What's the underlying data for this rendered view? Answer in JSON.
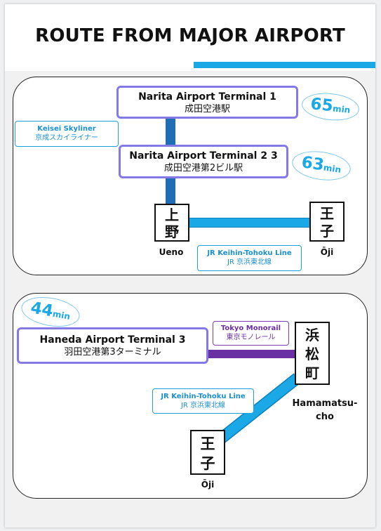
{
  "title": "ROUTE FROM MAJOR AIRPORT",
  "colors": {
    "accent": "#1aa8e6",
    "stop_border": "#8479e6",
    "keisei_line": "#1f6db3",
    "jr_line": "#1aa8e6",
    "monorail_line": "#6a2fa3"
  },
  "narita": {
    "terminal1": {
      "en": "Narita Airport Terminal 1",
      "jp": "成田空港駅",
      "time": "65",
      "unit": "min"
    },
    "terminal23": {
      "en": "Narita Airport Terminal 2 3",
      "jp": "成田空港第2ビル駅",
      "time": "63",
      "unit": "min"
    },
    "keisei": {
      "en": "Keisei Skyliner",
      "jp": "京成スカイライナー"
    },
    "ueno": {
      "kanji": [
        "上",
        "野"
      ],
      "label": "Ueno"
    },
    "oji": {
      "kanji": [
        "王",
        "子"
      ],
      "label": "Ōji"
    },
    "jr": {
      "en": "JR Keihin-Tohoku Line",
      "jp": "JR 京浜東北線"
    }
  },
  "haneda": {
    "terminal3": {
      "en": "Haneda Airport Terminal 3",
      "jp": "羽田空港第3ターミナル",
      "time": "44",
      "unit": "min"
    },
    "monorail": {
      "en": "Tokyo Monorail",
      "jp": "東京モノレール"
    },
    "hamamatsucho": {
      "kanji": [
        "浜",
        "松",
        "町"
      ],
      "label_1": "Hamamatsu-",
      "label_2": "cho"
    },
    "jr": {
      "en": "JR Keihin-Tohoku Line",
      "jp": "JR 京浜東北線"
    },
    "oji": {
      "kanji": [
        "王",
        "子"
      ],
      "label": "Ōji"
    }
  }
}
